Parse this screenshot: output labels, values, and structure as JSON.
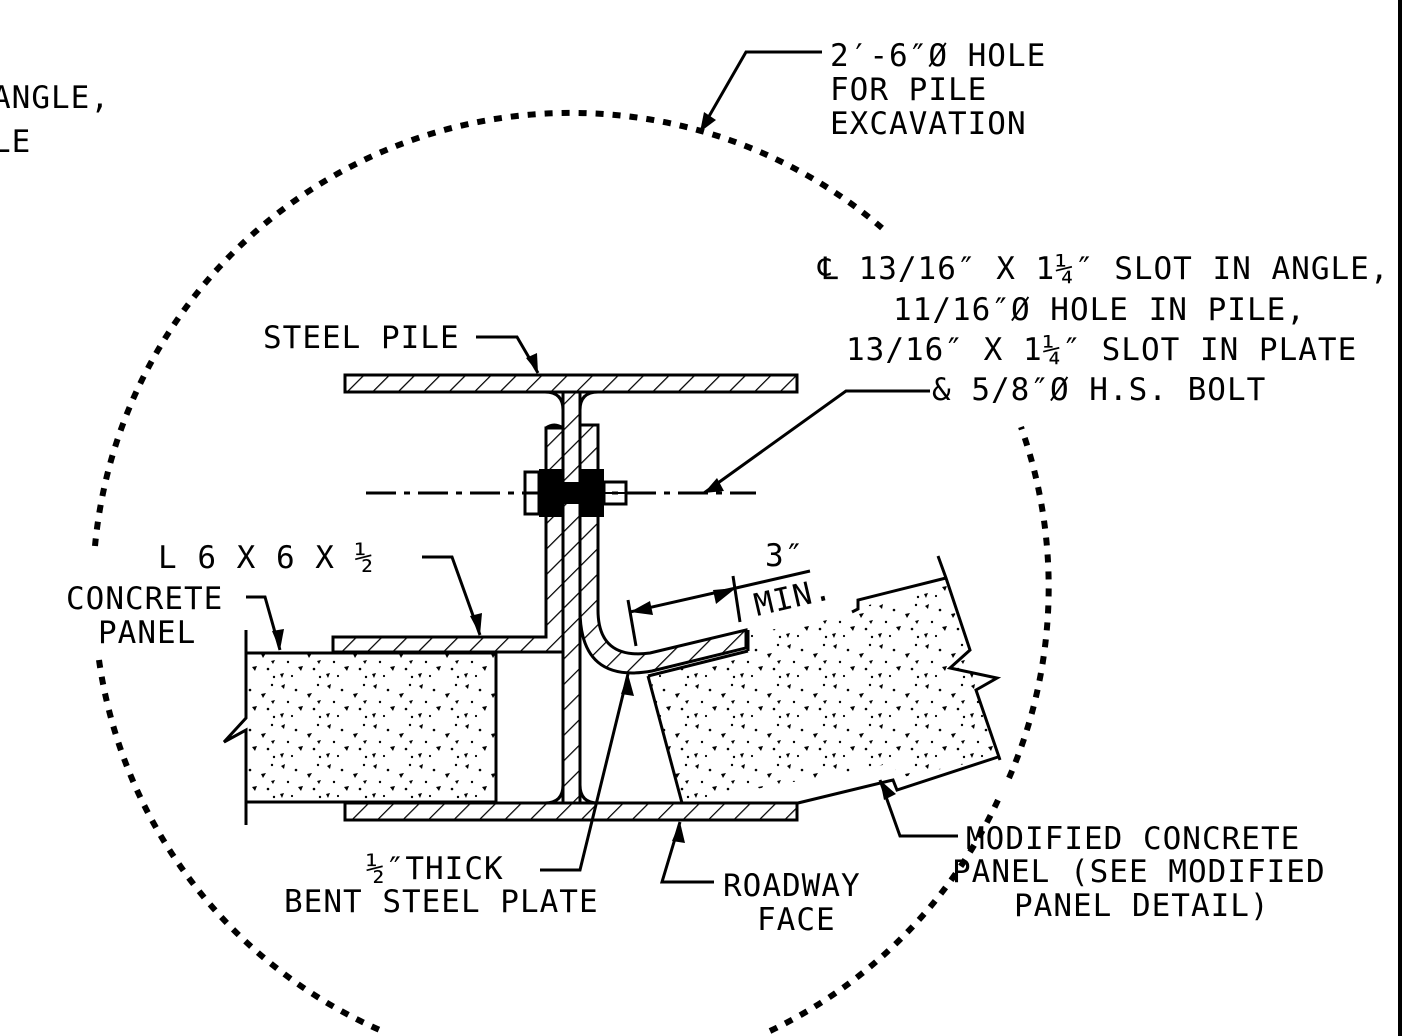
{
  "labels": {
    "partial_left_line1": "ANGLE,",
    "partial_left_line2": "LE",
    "hole_line1": "2′-6″Ø HOLE",
    "hole_line2": "FOR PILE",
    "hole_line3": "EXCAVATION",
    "slot_line1": "℄ 13/16″ X 1¼″ SLOT IN ANGLE,",
    "slot_line2": "11/16″Ø HOLE IN PILE,",
    "slot_line3": "13/16″ X 1¼″ SLOT IN PLATE",
    "slot_line4": "& 5/8″Ø H.S. BOLT",
    "steel_pile": "STEEL PILE",
    "angle": "L 6 X 6 X ½",
    "concrete_panel_line1": "CONCRETE",
    "concrete_panel_line2": "PANEL",
    "dim_value": "3″",
    "dim_min": "MIN.",
    "plate_line1": "½″THICK",
    "plate_line2": "BENT STEEL PLATE",
    "roadway_line1": "ROADWAY",
    "roadway_line2": "FACE",
    "modified_line1": "MODIFIED CONCRETE",
    "modified_line2": "PANEL (SEE MODIFIED",
    "modified_line3": "PANEL DETAIL)"
  }
}
